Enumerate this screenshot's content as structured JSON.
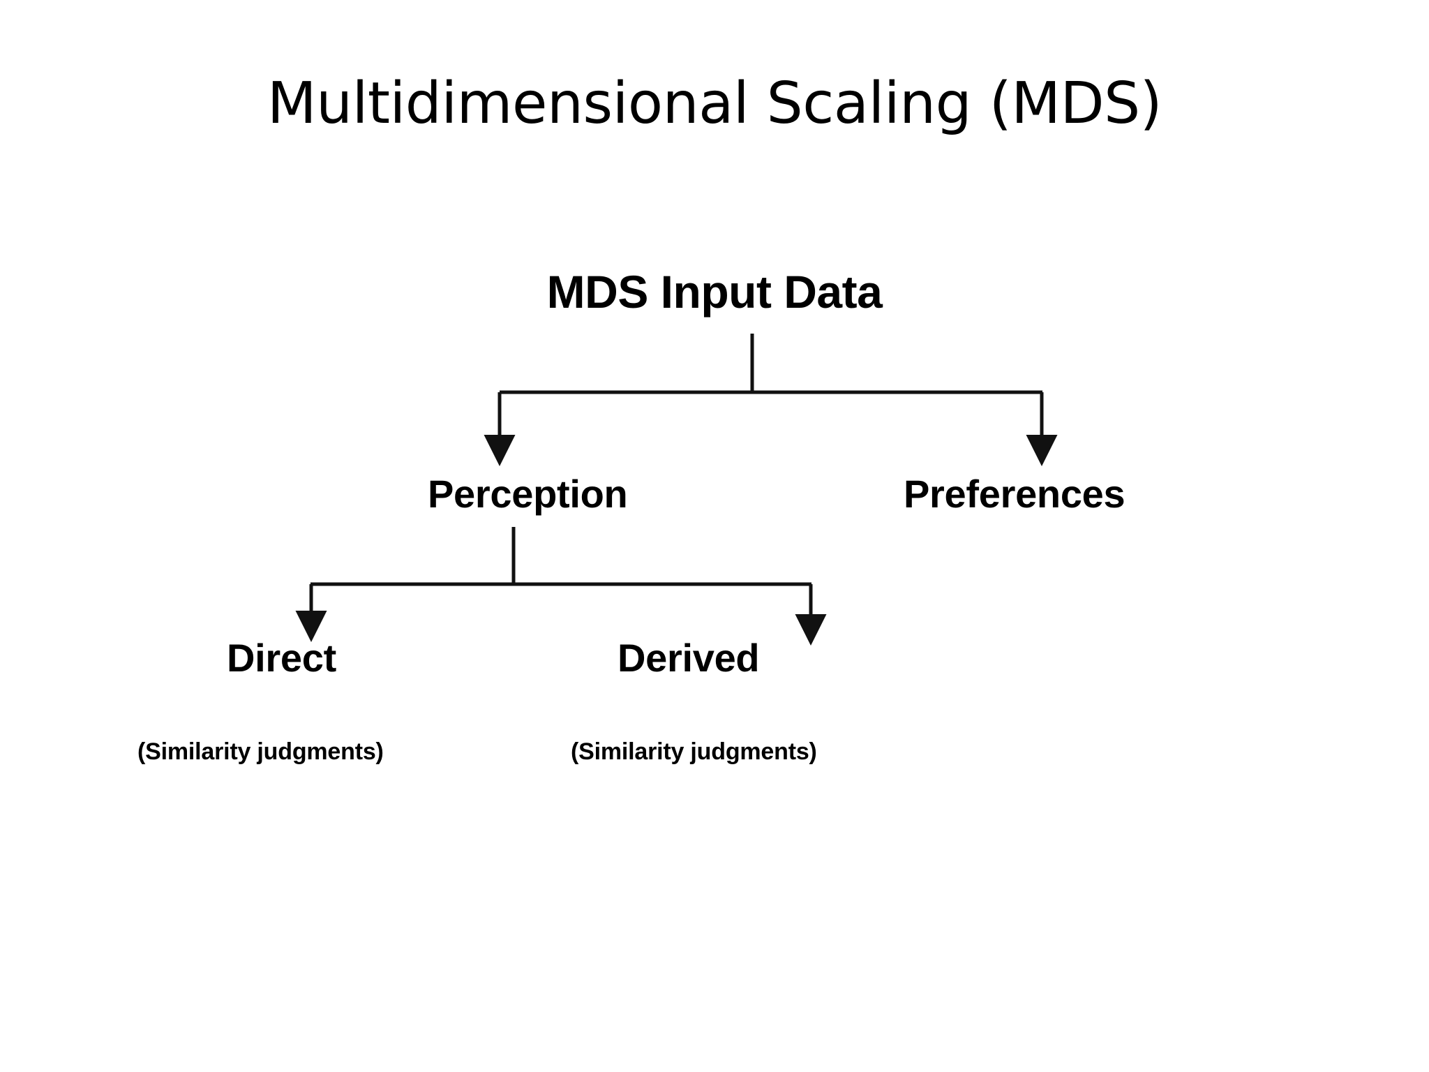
{
  "slide": {
    "title": "Multidimensional Scaling (MDS)",
    "background_color": "#ffffff",
    "text_color": "#000000",
    "line_color": "#1a1a1a"
  },
  "diagram": {
    "type": "tree",
    "root": {
      "label": "MDS Input Data"
    },
    "level1": [
      {
        "label": "Perception"
      },
      {
        "label": "Preferences"
      }
    ],
    "level2": [
      {
        "label": "Direct",
        "caption": "(Similarity judgments)"
      },
      {
        "label": "Derived",
        "caption": "(Similarity judgments)"
      }
    ]
  }
}
